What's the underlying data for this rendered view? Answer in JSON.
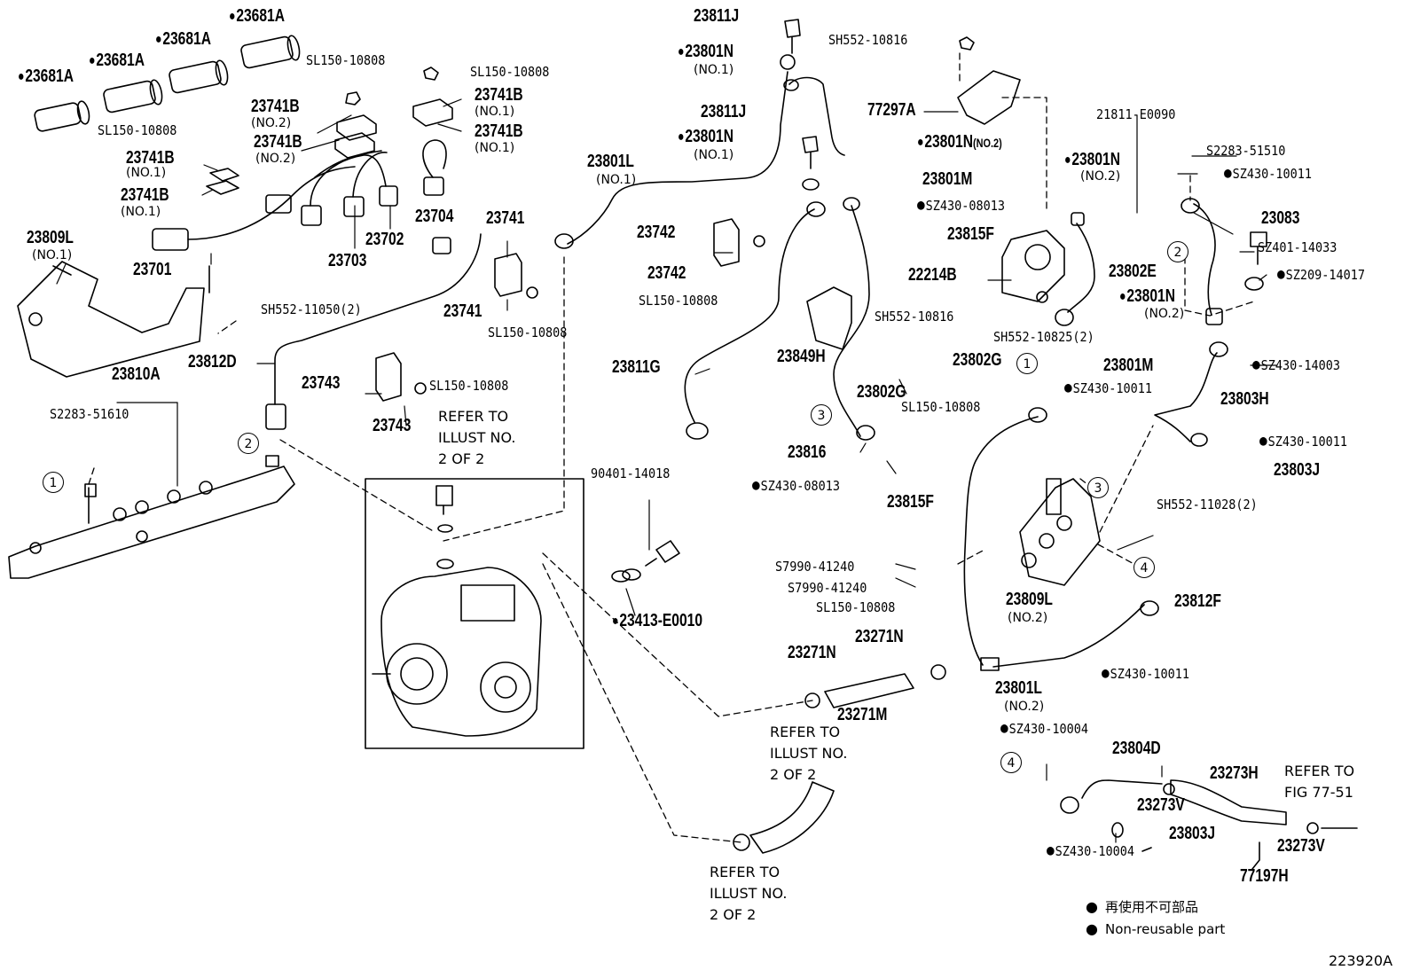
{
  "figure_id": "223920A",
  "legend": [
    {
      "symbol": "●",
      "text": "再使用不可部品"
    },
    {
      "symbol": "●",
      "text": "Non-reusable part"
    }
  ],
  "labels": {
    "l01": "23681A",
    "l02": "23681A",
    "l03": "23681A",
    "l04": "23681A",
    "l05": "SL150-10808",
    "l06": "SL150-10808",
    "l07": "SL150-10808",
    "l08": "23741B",
    "l08s": "(NO.2)",
    "l09": "23741B",
    "l09s": "(NO.2)",
    "l10": "23741B",
    "l10s": "(NO.1)",
    "l11": "23741B",
    "l11s": "(NO.1)",
    "l12": "23741B",
    "l12s": "(NO.1)",
    "l13": "23741B",
    "l13s": "(NO.1)",
    "l14": "23704",
    "l15": "23702",
    "l16": "23703",
    "l17": "23701",
    "l18": "23809L",
    "l18s": "(NO.1)",
    "l19": "SH552-11050(2)",
    "l20": "23810A",
    "l21": "S2283-51610",
    "l22": "23812D",
    "l23": "23741",
    "l24": "23741",
    "l25": "SL150-10808",
    "l26": "23743",
    "l27": "23743",
    "l28": "SL150-10808",
    "l29": "REFER TO\nILLUST NO.\n2 OF 2",
    "l30": "23811J",
    "l31": "23801N",
    "l31s": "(NO.1)",
    "l32": "23811J",
    "l33": "23801N",
    "l33s": "(NO.1)",
    "l34": "23801L",
    "l34s": "(NO.1)",
    "l35": "23742",
    "l36": "23742",
    "l37": "SL150-10808",
    "l38": "23811G",
    "l39": "90401-14018",
    "l40": "23413-E0010",
    "l41": "SH552-10816",
    "l42": "77297A",
    "l43": "23801N",
    "l43s": "(NO.2)",
    "l44": "23801M",
    "l45": "SZ430-08013",
    "l46": "23815F",
    "l47": "22214B",
    "l48": "SH552-10816",
    "l49": "23849H",
    "l50": "23802G",
    "l51": "23802G",
    "l52": "SL150-10808",
    "l53": "23816",
    "l54": "SZ430-08013",
    "l55": "23815F",
    "l56": "SH552-10825(2)",
    "l57": "23802E",
    "l58": "21811-E0090",
    "l59": "S2283-51510",
    "l60": "SZ430-10011",
    "l61": "23801N",
    "l61s": "(NO.2)",
    "l62": "23083",
    "l63": "SZ401-14033",
    "l64": "SZ209-14017",
    "l65": "23801N",
    "l65s": "(NO.2)",
    "l66": "23801M",
    "l67": "SZ430-14003",
    "l68": "SZ430-10011",
    "l69": "23803H",
    "l70": "SZ430-10011",
    "l71": "23803J",
    "l72": "SH552-11028(2)",
    "l73": "S7990-41240",
    "l74": "S7990-41240",
    "l75": "SL150-10808",
    "l76": "23809L",
    "l76s": "(NO.2)",
    "l77": "23812F",
    "l78": "SZ430-10011",
    "l79": "23271N",
    "l80": "23271N",
    "l81": "23271M",
    "l82": "23801L",
    "l82s": "(NO.2)",
    "l83": "REFER TO\nILLUST NO.\n2 OF 2",
    "l84": "REFER TO\nILLUST NO.\n2 OF 2",
    "l85": "SZ430-10004",
    "l86": "23804D",
    "l87": "23273H",
    "l88": "REFER TO\nFIG 77-51",
    "l89": "23273V",
    "l90": "23803J",
    "l91": "SZ430-10004",
    "l92": "23273V",
    "l93": "77197H"
  },
  "markers": [
    "1",
    "2",
    "3",
    "1",
    "2",
    "3",
    "4",
    "4"
  ]
}
